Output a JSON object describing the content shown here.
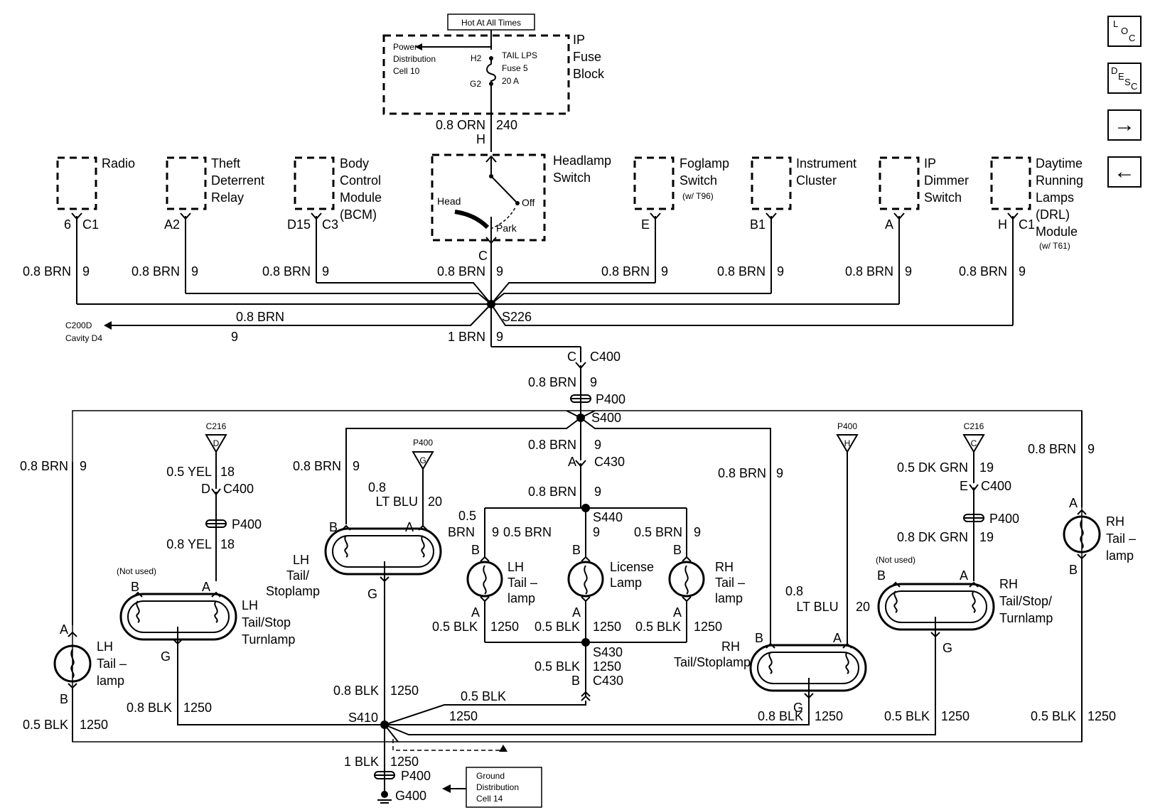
{
  "header": {
    "power_label": "Hot At All Times"
  },
  "fuse_block": {
    "name": [
      "IP",
      "Fuse",
      "Block"
    ],
    "power_dist": [
      "Power",
      "Distribution",
      "Cell 10"
    ],
    "fuse": [
      "TAIL LPS",
      "Fuse 5",
      "20 A"
    ],
    "pin_in": "H2",
    "pin_out": "G2"
  },
  "feed": {
    "size_color": "0.8 ORN",
    "circuit": "240"
  },
  "headlamp_switch": {
    "name": [
      "Headlamp",
      "Switch"
    ],
    "pin_in": "H",
    "pin_out": "C",
    "positions": {
      "head": "Head",
      "off": "Off",
      "park": "Park"
    }
  },
  "top_loads": [
    {
      "name": [
        "Radio"
      ],
      "pin": "6",
      "conn": "C1",
      "wire": "0.8 BRN",
      "circuit": "9"
    },
    {
      "name": [
        "Theft",
        "Deterrent",
        "Relay"
      ],
      "pin": "A2",
      "conn": "",
      "wire": "0.8 BRN",
      "circuit": "9"
    },
    {
      "name": [
        "Body",
        "Control",
        "Module",
        "(BCM)"
      ],
      "pin": "D15",
      "conn": "C3",
      "wire": "0.8 BRN",
      "circuit": "9"
    },
    {
      "name": [
        "Foglamp",
        "Switch"
      ],
      "note": "(w/ T96)",
      "pin": "E",
      "conn": "",
      "wire": "0.8 BRN",
      "circuit": "9"
    },
    {
      "name": [
        "Instrument",
        "Cluster"
      ],
      "pin": "B1",
      "conn": "",
      "wire": "0.8 BRN",
      "circuit": "9"
    },
    {
      "name": [
        "IP",
        "Dimmer",
        "Switch"
      ],
      "pin": "A",
      "conn": "",
      "wire": "0.8 BRN",
      "circuit": "9"
    },
    {
      "name": [
        "Daytime",
        "Running",
        "Lamps",
        "(DRL)",
        "Module"
      ],
      "note": "(w/ T61)",
      "pin": "H",
      "conn": "C1",
      "wire": "0.8 BRN",
      "circuit": "9"
    }
  ],
  "switch_out": {
    "wire": "0.8 BRN",
    "circuit": "9"
  },
  "s226": {
    "splice": "S226",
    "branch_wire": "0.8 BRN",
    "branch_circuit": "9",
    "dest": [
      "C200D",
      "Cavity D4"
    ],
    "out_wire": "1 BRN",
    "out_circuit": "9"
  },
  "c400": {
    "pin": "C",
    "conn": "C400",
    "wire": "0.8 BRN",
    "circuit": "9",
    "p": "P400"
  },
  "s400": "S400",
  "center": {
    "pin_a": "A",
    "conn_c430": "C430",
    "wire_top": "0.8 BRN",
    "circuit_top": "9",
    "wire_mid": "0.8 BRN",
    "circuit_mid": "9",
    "s440": "S440",
    "s430": "S430",
    "wire_bot": "0.5 BLK",
    "circuit_bot": "1250",
    "pin_b": "B",
    "conn_bot": "C430",
    "lamps": [
      {
        "name": [
          "LH",
          "Tail –",
          "lamp"
        ],
        "wire_top": [
          "0.5",
          "BRN"
        ],
        "circuit_top": "9",
        "wire_bot": "0.5 BLK",
        "circuit_bot": "1250"
      },
      {
        "name": [
          "License",
          "Lamp"
        ],
        "wire_top": [
          "0.5 BRN"
        ],
        "circuit_top": "9",
        "wire_bot": "0.5 BLK",
        "circuit_bot": "1250"
      },
      {
        "name": [
          "RH",
          "Tail –",
          "lamp"
        ],
        "wire_top": [
          "0.5 BRN"
        ],
        "circuit_top": "9",
        "wire_bot": "0.5 BLK",
        "circuit_bot": "1250"
      }
    ]
  },
  "lh": {
    "outer_wire": "0.8 BRN",
    "outer_circuit": "9",
    "taillamp": [
      "LH",
      "Tail –",
      "lamp"
    ],
    "tl_gnd_wire": "0.5 BLK",
    "tl_gnd_circuit": "1250",
    "c216": "C216",
    "c216_pin": "D",
    "turn_wire1": "0.5 YEL",
    "turn_circuit1": "18",
    "turn_pin": "D",
    "turn_conn": "C400",
    "turn_p": "P400",
    "turn_wire2": "0.8 YEL",
    "turn_circuit2": "18",
    "not_used": "(Not used)",
    "stop_turn": [
      "LH",
      "Tail/Stop",
      "Turnlamp"
    ],
    "st_gnd_wire": "0.8 BLK",
    "st_gnd_circuit": "1250",
    "tail_stop": [
      "LH",
      "Tail/",
      "Stoplamp"
    ],
    "ts_wire": "0.8 BRN",
    "ts_circuit": "9",
    "ts_p400": "P400",
    "ts_p400_pin": "G",
    "ts_blu_wire": [
      "0.8",
      "LT BLU"
    ],
    "ts_blu_circuit": "20",
    "ts_gnd_wire": "0.8 BLK",
    "ts_gnd_circuit": "1250"
  },
  "rh": {
    "ts_wire": "0.8 BRN",
    "ts_circuit": "9",
    "p400": "P400",
    "p400_pin": "H",
    "blu_wire": [
      "0.8",
      "LT BLU"
    ],
    "blu_circuit": "20",
    "tail_stop": [
      "RH",
      "Tail/Stoplamp"
    ],
    "ts_gnd_wire": "0.8 BLK",
    "ts_gnd_circuit": "1250",
    "c216": "C216",
    "c216_pin": "C",
    "turn_wire1": "0.5 DK GRN",
    "turn_circuit1": "19",
    "turn_pin": "E",
    "turn_conn": "C400",
    "turn_p": "P400",
    "turn_wire2": "0.8 DK GRN",
    "turn_circuit2": "19",
    "not_used": "(Not used)",
    "stop_turn": [
      "RH",
      "Tail/Stop/",
      "Turnlamp"
    ],
    "st_gnd_wire": "0.5 BLK",
    "st_gnd_circuit": "1250",
    "outer_wire": "0.8 BRN",
    "outer_circuit": "9",
    "taillamp": [
      "RH",
      "Tail –",
      "lamp"
    ],
    "tl_gnd_wire": "0.5 BLK",
    "tl_gnd_circuit": "1250"
  },
  "ground": {
    "s410": "S410",
    "wire": "1 BLK",
    "circuit": "1250",
    "p": "P400",
    "g": "G400",
    "dist": [
      "Ground",
      "Distribution",
      "Cell 14"
    ],
    "c430_wire": "0.5 BLK",
    "c430_circuit": "1250"
  },
  "nav": {
    "loc": [
      "L",
      "O",
      "C"
    ],
    "desc": [
      "D",
      "E",
      "S",
      "C"
    ],
    "next": "→",
    "prev": "←"
  }
}
